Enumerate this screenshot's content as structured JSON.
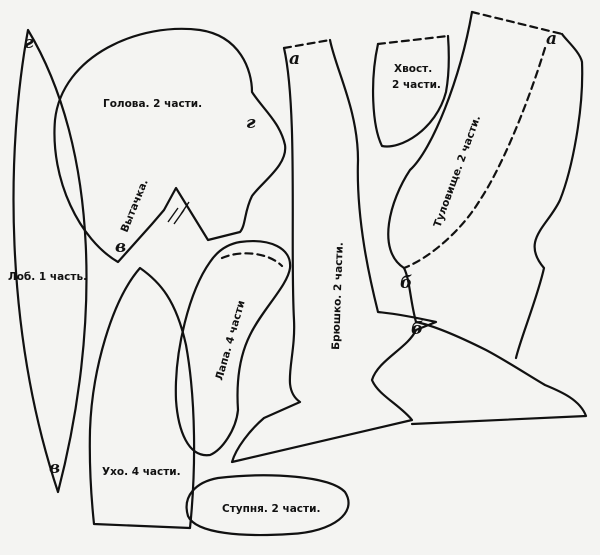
{
  "pattern": {
    "pieces": {
      "lob": {
        "label": "Лоб. 1 часть."
      },
      "golova": {
        "label": "Голова. 2 части."
      },
      "vytachka": {
        "label": "Вытачка."
      },
      "uho": {
        "label": "Ухо. 4 части."
      },
      "lapa": {
        "label": "Лапа. 4 части"
      },
      "stupnya": {
        "label": "Ступня. 2 части."
      },
      "bryushko": {
        "label": "Брюшко. 2 части."
      },
      "hvost": {
        "label_line1": "Хвост.",
        "label_line2": "2 части."
      },
      "tulovishche": {
        "label": "Туловище. 2 части."
      }
    },
    "marks": {
      "g": "г",
      "v": "в",
      "a": "а",
      "b": "б"
    }
  },
  "colors": {
    "paper": "#f4f4f2",
    "ink": "#111111"
  }
}
